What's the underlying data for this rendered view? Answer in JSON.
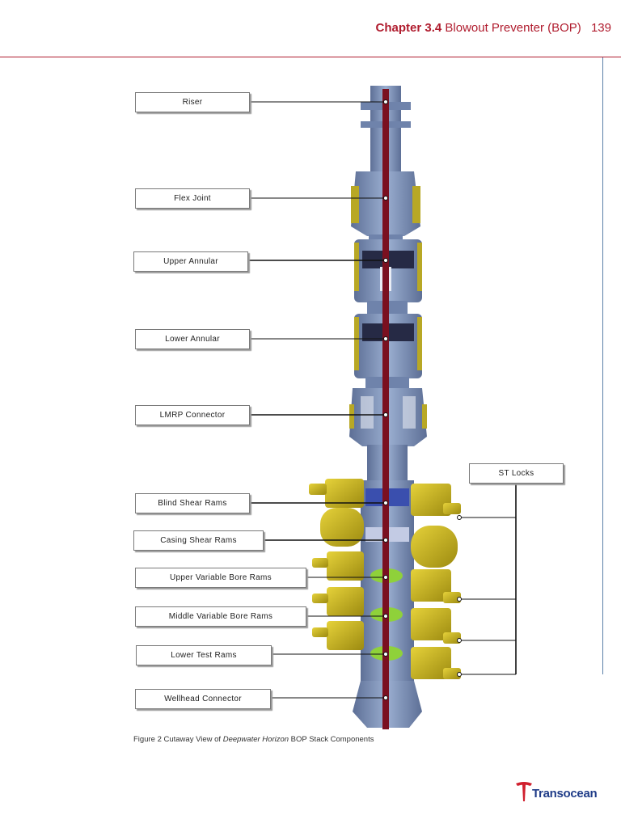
{
  "header": {
    "chapter": "Chapter 3.4",
    "title": "Blowout Preventer (BOP)",
    "page_number": "139"
  },
  "labels": {
    "riser": "Riser",
    "flex_joint": "Flex Joint",
    "upper_annular": "Upper Annular",
    "lower_annular": "Lower Annular",
    "lmrp_connector": "LMRP Connector",
    "st_locks": "ST Locks",
    "blind_shear_rams": "Blind Shear Rams",
    "casing_shear_rams": "Casing Shear Rams",
    "upper_vbr": "Upper Variable Bore Rams",
    "middle_vbr": "Middle Variable Bore Rams",
    "lower_test_rams": "Lower Test Rams",
    "wellhead_connector": "Wellhead Connector"
  },
  "caption": {
    "prefix": "Figure 2 Cutaway View of ",
    "italic": "Deepwater Horizon",
    "suffix": " BOP Stack Components"
  },
  "logo": {
    "text": "Transocean"
  },
  "colors": {
    "brand_red": "#b01c2e",
    "steel_blue": "#7c8fb6",
    "ram_yellow": "#c9b21a",
    "bore_red": "#7a1020"
  }
}
